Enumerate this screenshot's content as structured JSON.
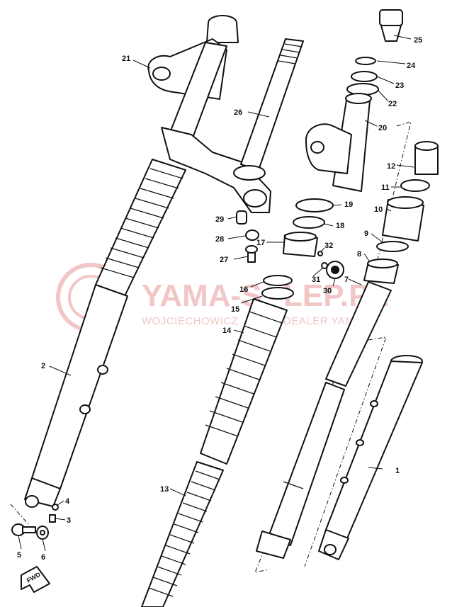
{
  "watermark": {
    "title": "YAMA-S",
    "title_2": "LEP.PL",
    "subtitle": "WOJCIECHOWICZ",
    "subtitle_2": "DEALER YAMAHA"
  },
  "direction_label": "FWD",
  "callouts": [
    {
      "id": "1",
      "text": "1"
    },
    {
      "id": "2",
      "text": "2"
    },
    {
      "id": "3",
      "text": "3"
    },
    {
      "id": "4",
      "text": "4"
    },
    {
      "id": "5",
      "text": "5"
    },
    {
      "id": "6",
      "text": "6"
    },
    {
      "id": "7",
      "text": "7"
    },
    {
      "id": "8",
      "text": "8"
    },
    {
      "id": "9",
      "text": "9"
    },
    {
      "id": "10",
      "text": "10"
    },
    {
      "id": "11",
      "text": "11"
    },
    {
      "id": "12",
      "text": "12"
    },
    {
      "id": "13",
      "text": "13"
    },
    {
      "id": "14",
      "text": "14"
    },
    {
      "id": "15",
      "text": "15"
    },
    {
      "id": "16",
      "text": "16"
    },
    {
      "id": "17",
      "text": "17"
    },
    {
      "id": "18",
      "text": "18"
    },
    {
      "id": "19",
      "text": "19"
    },
    {
      "id": "20",
      "text": "20"
    },
    {
      "id": "21",
      "text": "21"
    },
    {
      "id": "22",
      "text": "22"
    },
    {
      "id": "23",
      "text": "23"
    },
    {
      "id": "24",
      "text": "24"
    },
    {
      "id": "25",
      "text": "25"
    },
    {
      "id": "26",
      "text": "26"
    },
    {
      "id": "28",
      "text": "28"
    },
    {
      "id": "29",
      "text": "29"
    },
    {
      "id": "30",
      "text": "30"
    },
    {
      "id": "31",
      "text": "31"
    },
    {
      "id": "32",
      "text": "32"
    },
    {
      "id": "27",
      "text": "27"
    }
  ]
}
